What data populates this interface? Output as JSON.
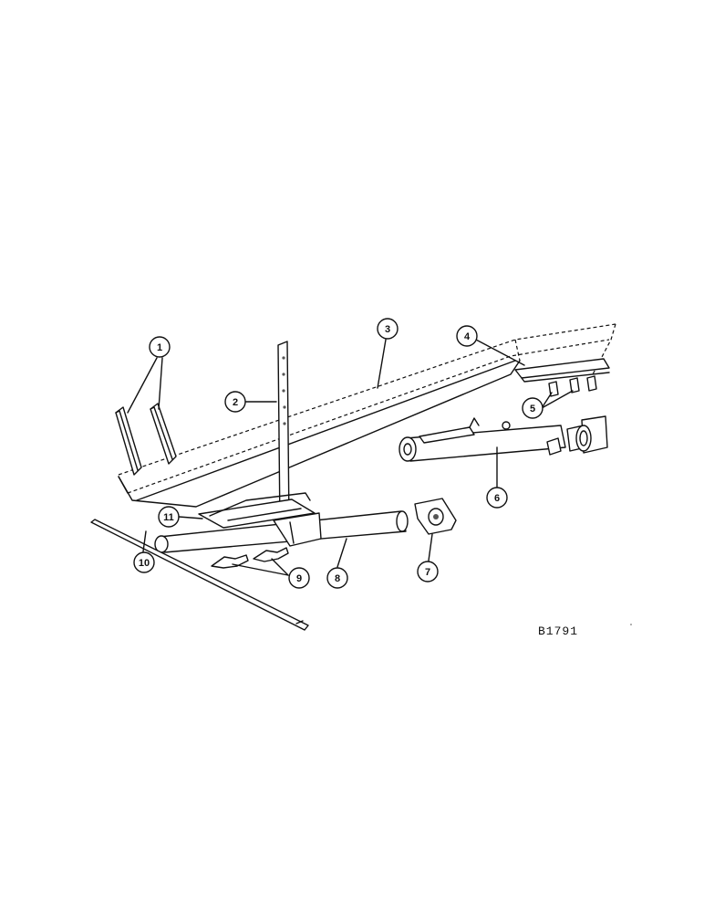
{
  "figure": {
    "id_label": "B1791"
  },
  "callouts": [
    {
      "key": "c1",
      "label": "1"
    },
    {
      "key": "c2",
      "label": "2"
    },
    {
      "key": "c3",
      "label": "3"
    },
    {
      "key": "c4",
      "label": "4"
    },
    {
      "key": "c5",
      "label": "5"
    },
    {
      "key": "c6",
      "label": "6"
    },
    {
      "key": "c7",
      "label": "7"
    },
    {
      "key": "c8",
      "label": "8"
    },
    {
      "key": "c9",
      "label": "9"
    },
    {
      "key": "c10",
      "label": "10"
    },
    {
      "key": "c11",
      "label": "11"
    }
  ],
  "colors": {
    "ink": "#111111",
    "paper": "#ffffff"
  }
}
